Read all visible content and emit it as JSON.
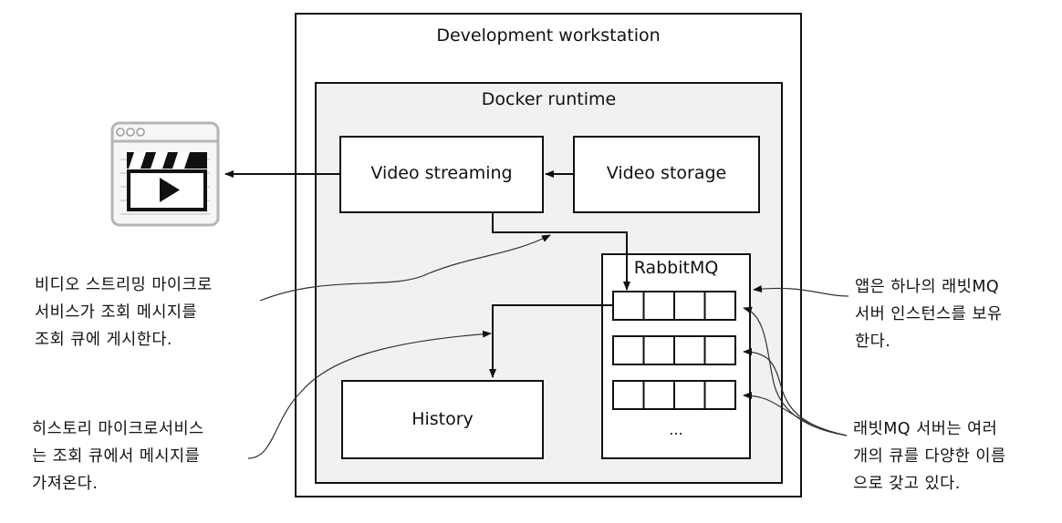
{
  "workstation": {
    "title": "Development workstation"
  },
  "docker": {
    "title": "Docker runtime"
  },
  "services": {
    "video_streaming": "Video streaming",
    "video_storage": "Video storage",
    "history": "History",
    "rabbitmq": "RabbitMQ",
    "queue_more": "..."
  },
  "annotations": {
    "video_streaming_publish": {
      "lines": [
        "비디오 스트리밍 마이크로",
        "서비스가 조회 메시지를",
        "조회 큐에 게시한다."
      ]
    },
    "history_consume": {
      "lines": [
        "히스토리 마이크로서비스",
        "는 조회 큐에서 메시지를",
        "가져온다."
      ]
    },
    "app_instance": {
      "lines": [
        "앱은 하나의 래빗MQ",
        "서버 인스턴스를 보유",
        "한다."
      ]
    },
    "rabbit_queues": {
      "lines": [
        "래빗MQ 서버는 여러",
        "개의 큐를 다양한 이름",
        "으로 갖고 있다."
      ]
    }
  },
  "icons": {
    "browser_video": "browser-video-player-icon"
  },
  "colors": {
    "docker_fill": "#f1f1f1",
    "border": "#111111",
    "icon_frame": "#b5b5b5",
    "icon_fill": "#f6f6f6"
  }
}
